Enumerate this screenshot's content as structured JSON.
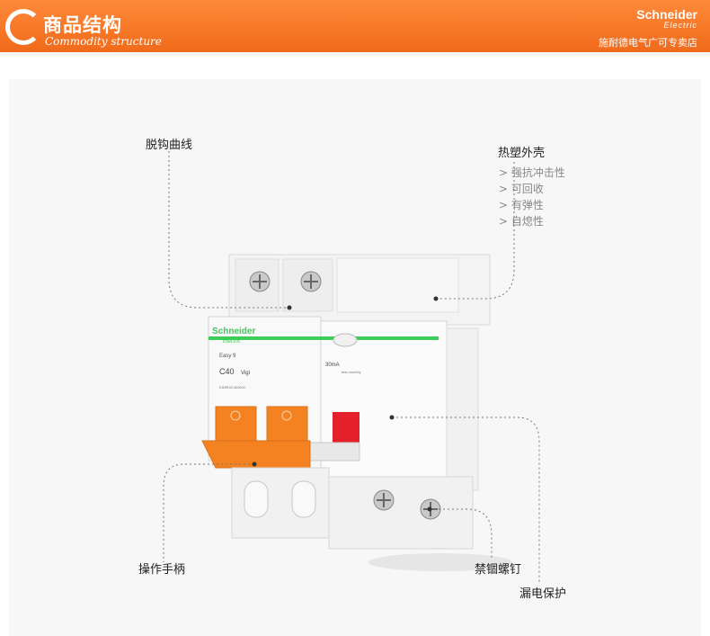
{
  "header": {
    "title_cn": "商品结构",
    "title_en": "Commodity structure",
    "brand": "Schneider",
    "brand_sub": "Electric",
    "store_name": "施耐德电气广可专卖店"
  },
  "product": {
    "brand": "Schneider",
    "brand_sub": "Electric",
    "model_line": "Easy 9",
    "rating": "C40",
    "vigi": "Vigi",
    "part_no": "EA9R4C40300C",
    "sensitivity": "30mA",
    "test_text": "test monthly"
  },
  "callouts": {
    "trip_curve": "脱钩曲线",
    "housing": "热塑外壳",
    "housing_features": [
      "> 强抗冲击性",
      "> 可回收",
      "> 有弹性",
      "> 自熄性"
    ],
    "handle": "操作手柄",
    "captive_screw": "禁锢螺钉",
    "leakage_protection": "漏电保护"
  },
  "colors": {
    "header_orange": "#f06a1a",
    "handle_orange": "#f58220",
    "brand_green": "#3dcd58",
    "test_red": "#e4202a"
  }
}
